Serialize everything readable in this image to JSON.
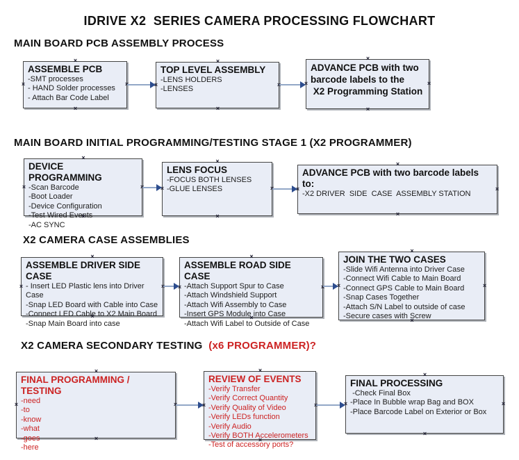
{
  "title": "IDRIVE X2  SERIES CAMERA PROCESSING FLOWCHART",
  "colors": {
    "box_fill": "#e9edf6",
    "box_border": "#444444",
    "red_text": "#cc2222",
    "arrow_line": "#92a7c7",
    "arrow_head": "#2d4d8e",
    "background": "#ffffff"
  },
  "connection_handle_glyph": "×",
  "sections": [
    {
      "header": "MAIN BOARD PCB ASSEMBLY PROCESS",
      "boxes": [
        {
          "title": "ASSEMBLE PCB",
          "lines": [
            "-SMT processes",
            "- HAND Solder processes",
            "- Attach Bar Code Label"
          ]
        },
        {
          "title": "TOP LEVEL ASSEMBLY",
          "lines": [
            "-LENS HOLDERS",
            "-LENSES"
          ]
        },
        {
          "title": "",
          "lines": [
            "ADVANCE PCB with two",
            "barcode labels to the",
            " X2 Programming Station"
          ]
        }
      ]
    },
    {
      "header": "MAIN BOARD INITIAL PROGRAMMING/TESTING STAGE 1 (X2 PROGRAMMER)",
      "boxes": [
        {
          "title": "DEVICE PROGRAMMING",
          "lines": [
            "-Scan Barcode",
            "-Boot Loader",
            "-Device Configuration",
            "-Test Wired Events",
            "-AC SYNC"
          ]
        },
        {
          "title": "LENS FOCUS",
          "lines": [
            "-FOCUS BOTH LENSES",
            "-GLUE LENSES"
          ]
        },
        {
          "title": "ADVANCE PCB with two barcode labels to:",
          "lines": [
            "-X2 DRIVER  SIDE  CASE  ASSEMBLY STATION"
          ]
        }
      ]
    },
    {
      "header": "X2 CAMERA CASE ASSEMBLIES",
      "boxes": [
        {
          "title": "ASSEMBLE DRIVER SIDE CASE",
          "lines": [
            "- Insert LED Plastic lens into Driver Case",
            "-Snap LED Board with Cable into Case",
            "-Connect LED Cable to X2 Main Board",
            "-Snap Main Board into case"
          ]
        },
        {
          "title": "ASSEMBLE ROAD SIDE CASE",
          "lines": [
            "-Attach Support Spur to Case",
            "-Attach Windshield Support",
            "-Attach Wifi Assembly to Case",
            "-Insert GPS Module into Case",
            "-Attach Wifi Label to Outside of Case"
          ]
        },
        {
          "title": "JOIN THE TWO CASES",
          "lines": [
            "-Slide Wifi Antenna into Driver Case",
            "-Connect Wifi Cable to Main Board",
            "-Connect GPS Cable to Main Board",
            "-Snap Cases Together",
            "-Attach S/N Label to outside of case",
            "-Secure cases with Screw"
          ]
        }
      ]
    },
    {
      "header": "X2 CAMERA SECONDARY TESTING ",
      "header_red": " (x6 PROGRAMMER)?",
      "boxes": [
        {
          "title": "FINAL PROGRAMMING / TESTING",
          "lines": [
            "-need",
            "-to",
            "-know",
            "-what",
            "-goes",
            "-here"
          ]
        },
        {
          "title": "REVIEW OF EVENTS",
          "lines": [
            "-Verify Transfer",
            "-Verify Correct Quantity",
            "-Verify Quality of Video",
            "-Verify LEDs function",
            "-Verify Audio",
            "-Verify BOTH Accelerometers",
            "-Test of accessory ports?"
          ]
        },
        {
          "title": "FINAL PROCESSING",
          "lines": [
            " -Check Final Box",
            "-Place In Bubble wrap Bag and BOX",
            "-Place Barcode Label on Exterior or Box"
          ]
        }
      ]
    }
  ]
}
